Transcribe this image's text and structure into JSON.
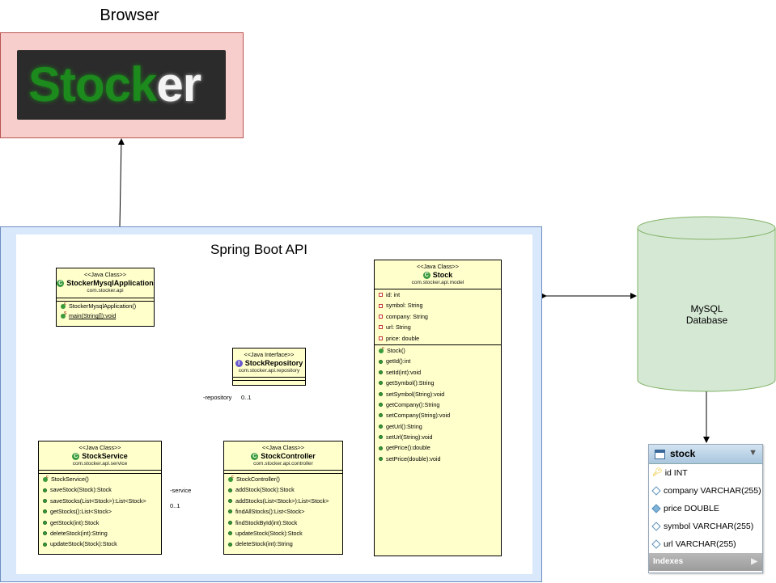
{
  "browser": {
    "title": "Browser",
    "logo": {
      "part1": "Stock",
      "part2": "er"
    }
  },
  "spring": {
    "title": "Spring Boot API"
  },
  "classes": {
    "app": {
      "stereotype": "<<Java Class>>",
      "name": "StockerMysqlApplication",
      "package": "com.stocker.api",
      "methods": [
        "StockerMysqlApplication()",
        "main(String[]):void"
      ]
    },
    "repository": {
      "stereotype": "<<Java Interface>>",
      "name": "StockRepository",
      "package": "com.stocker.api.repository"
    },
    "service": {
      "stereotype": "<<Java Class>>",
      "name": "StockService",
      "package": "com.stocker.api.service",
      "methods": [
        "StockService()",
        "saveStock(Stock):Stock",
        "saveStocks(List<Stock>):List<Stock>",
        "getStocks():List<Stock>",
        "getStock(int):Stock",
        "deleteStock(int):String",
        "updateStock(Stock):Stock"
      ]
    },
    "controller": {
      "stereotype": "<<Java Class>>",
      "name": "StockController",
      "package": "com.stocker.api.controller",
      "methods": [
        "StockController()",
        "addStock(Stock):Stock",
        "addStocks(List<Stock>):List<Stock>",
        "findAllStocks():List<Stock>",
        "findStockById(int):Stock",
        "updateStock(Stock):Stock",
        "deleteStock(int):String"
      ]
    },
    "stock": {
      "stereotype": "<<Java Class>>",
      "name": "Stock",
      "package": "com.stocker.api.model",
      "fields": [
        "id: int",
        "symbol: String",
        "company: String",
        "url: String",
        "price: double"
      ],
      "methods": [
        "Stock()",
        "getId():int",
        "setId(int):void",
        "getSymbol():String",
        "setSymbol(String):void",
        "getCompany():String",
        "setCompany(String):void",
        "getUrl():String",
        "setUrl(String):void",
        "getPrice():double",
        "setPrice(double):void"
      ]
    }
  },
  "associations": {
    "repository": {
      "role": "-repository",
      "mult": "0..1"
    },
    "service": {
      "role": "-service",
      "mult": "0..1"
    }
  },
  "database": {
    "line1": "MySQL",
    "line2": "Database"
  },
  "table": {
    "name": "stock",
    "columns": [
      "id INT",
      "company VARCHAR(255)",
      "price DOUBLE",
      "symbol VARCHAR(255)",
      "url VARCHAR(255)"
    ],
    "indexes_label": "Indexes"
  },
  "colors": {
    "browser_fill": "#f8cecc",
    "spring_fill": "#dae8fc",
    "db_fill": "#d5e8d4",
    "uml_fill": "#ffffcc"
  }
}
